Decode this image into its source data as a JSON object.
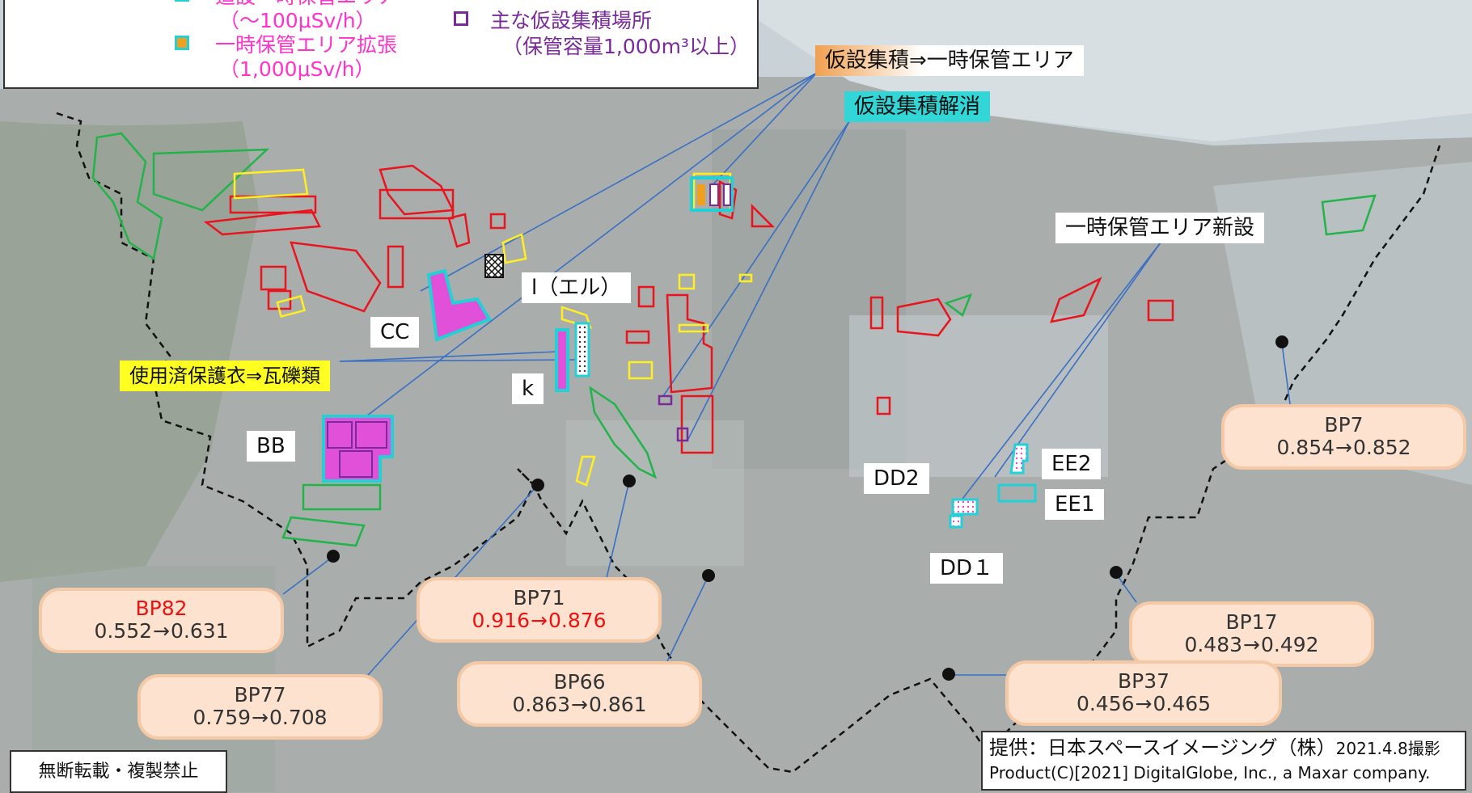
{
  "legend": {
    "magenta_top": "追設一時保管エリア",
    "magenta_sub": "（～100μSv/h）",
    "orange_label": "一時保管エリア拡張",
    "orange_sub": "（1,000μSv/h）",
    "purple_label": "主な仮設集積場所",
    "purple_sub": "（保管容量1,000m³以上）"
  },
  "callouts": {
    "temp_to_storage": "仮設集積⇒一時保管エリア",
    "temp_cleared": "仮設集積解消",
    "new_storage": "一時保管エリア新設",
    "used_clothing": "使用済保護衣⇒瓦礫類"
  },
  "areas": {
    "cc": "CC",
    "l": "l（エル）",
    "k": "k",
    "bb": "BB",
    "dd2": "DD2",
    "dd1": "DD１",
    "ee2": "EE2",
    "ee1": "EE1"
  },
  "monitoring_posts": [
    {
      "id": "BP82",
      "before": "0.552",
      "after": "0.631"
    },
    {
      "id": "BP71",
      "before": "0.916",
      "after": "0.876"
    },
    {
      "id": "BP77",
      "before": "0.759",
      "after": "0.708"
    },
    {
      "id": "BP66",
      "before": "0.863",
      "after": "0.861"
    },
    {
      "id": "BP7",
      "before": "0.854",
      "after": "0.852"
    },
    {
      "id": "BP17",
      "before": "0.483",
      "after": "0.492"
    },
    {
      "id": "BP37",
      "before": "0.456",
      "after": "0.465"
    }
  ],
  "arrow_symbol": "→",
  "credit": {
    "line1": "提供：日本スペースイメージング（株）",
    "date": "2021.4.8撮影",
    "line2": "Product(C)[2021] DigitalGlobe, Inc., a Maxar company."
  },
  "notice": "無断転載・複製禁止",
  "colors": {
    "red": "#e8141e",
    "green": "#22b44a",
    "yellow": "#ffee22",
    "cyan": "#22d0d6",
    "magenta": "#e050d8",
    "purple": "#7a2a99",
    "bp_fill": "#fde3cf"
  }
}
